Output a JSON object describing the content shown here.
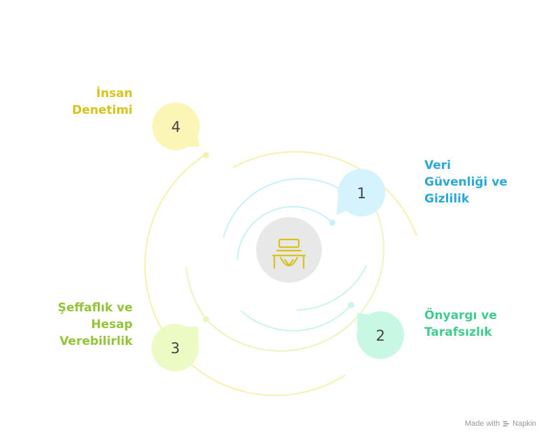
{
  "items": [
    {
      "number": "1",
      "lines": [
        "Veri",
        "Güvenliği ve",
        "Gizlilik"
      ],
      "color": "#2aa8d6",
      "bubble": "#d4f3fc",
      "ring": "#c9f1f7"
    },
    {
      "number": "2",
      "lines": [
        "Önyargı ve",
        "Tarafsızlık"
      ],
      "color": "#3fcc8f",
      "bubble": "#c8f7e4",
      "ring": "#cdf5e6"
    },
    {
      "number": "3",
      "lines": [
        "Şeffaflık ve",
        "Hesap",
        "Verebilirlik"
      ],
      "color": "#93c43a",
      "bubble": "#ecfbc4",
      "ring": "#e8f6c0"
    },
    {
      "number": "4",
      "lines": [
        "İnsan",
        "Denetimi"
      ],
      "color": "#d9c21d",
      "bubble": "#fbf5b6",
      "ring": "#f7f1b0"
    }
  ],
  "center_icon": "high-chair-icon",
  "footer": {
    "made_with": "Made with",
    "brand": "Napkin",
    "logo_icon": "napkin-logo-icon"
  }
}
